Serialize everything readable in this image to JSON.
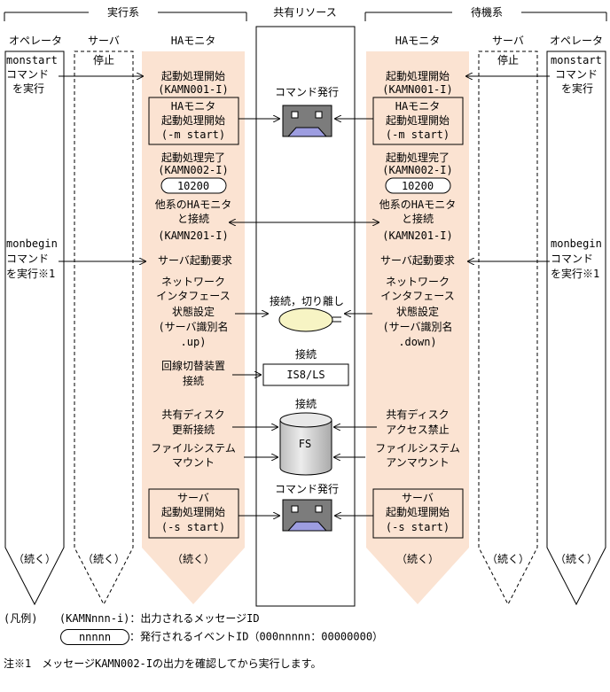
{
  "headers": {
    "active": "実行系",
    "shared": "共有リソース",
    "standby": "待機系"
  },
  "columns": {
    "operator": "オペレータ",
    "server": "サーバ",
    "ha_monitor": "HAモニタ"
  },
  "server_state": "停止",
  "continued": "（続く）",
  "active": {
    "operator_monstart": [
      "monstart",
      "コマンド",
      "を実行"
    ],
    "operator_monbegin": [
      "monbegin",
      "コマンド",
      "を実行※1"
    ],
    "startup_begin": [
      "起動処理開始",
      "(KAMN001-I)"
    ],
    "box1": [
      "HAモニタ",
      "起動処理開始",
      "(-m start)"
    ],
    "startup_done": [
      "起動処理完了",
      "(KAMN002-I)"
    ],
    "event_id": "10200",
    "connect_other": [
      "他系のHAモニタ",
      "と接続",
      "(KAMN201-I)"
    ],
    "server_start_request": "サーバ起動要求",
    "network": [
      "ネットワーク",
      "インタフェース",
      "状態設定",
      "(サーバ識別名",
      ".up)"
    ],
    "line_switch": [
      "回線切替装置",
      "接続"
    ],
    "disk": [
      "共有ディスク",
      "更新接続"
    ],
    "fs": [
      "ファイルシステム",
      "マウント"
    ],
    "box2": [
      "サーバ",
      "起動処理開始",
      "(-s start)"
    ]
  },
  "standby": {
    "operator_monstart": [
      "monstart",
      "コマンド",
      "を実行"
    ],
    "operator_monbegin": [
      "monbegin",
      "コマンド",
      "を実行※1"
    ],
    "startup_begin": [
      "起動処理開始",
      "(KAMN001-I)"
    ],
    "box1": [
      "HAモニタ",
      "起動処理開始",
      "(-m start)"
    ],
    "startup_done": [
      "起動処理完了",
      "(KAMN002-I)"
    ],
    "event_id": "10200",
    "connect_other": [
      "他系のHAモニタ",
      "と接続",
      "(KAMN201-I)"
    ],
    "server_start_request": "サーバ起動要求",
    "network": [
      "ネットワーク",
      "インタフェース",
      "状態設定",
      "(サーバ識別名",
      ".down)"
    ],
    "disk": [
      "共有ディスク",
      "アクセス禁止"
    ],
    "fs": [
      "ファイルシステム",
      "アンマウント"
    ],
    "box2": [
      "サーバ",
      "起動処理開始",
      "(-s start)"
    ]
  },
  "shared": {
    "command_issue_1": "コマンド発行",
    "connect_disconnect": "接続，切り離し",
    "connect_1": "接続",
    "is8": "IS8/LS",
    "connect_2": "接続",
    "fs": "FS",
    "command_issue_2": "コマンド発行"
  },
  "legend": {
    "title": "(凡例)",
    "msg_sample": "(KAMNnnn-i)",
    "msg_desc": "：出力されるメッセージID",
    "event_sample": "nnnnn",
    "event_desc": "：発行されるイベントID（000nnnnn：00000000）",
    "note": "注※1　メッセージKAMN002-Iの出力を確認してから実行します。"
  },
  "colors": {
    "ha_fill": "#fbe3d2",
    "box_fill": "#ffffff",
    "terminal_fill": "#7c7c7c",
    "terminal_screen": "#9d9de0",
    "ellipse_fill": "#f7f4c4",
    "fs_fill": "#d6d6d6"
  }
}
